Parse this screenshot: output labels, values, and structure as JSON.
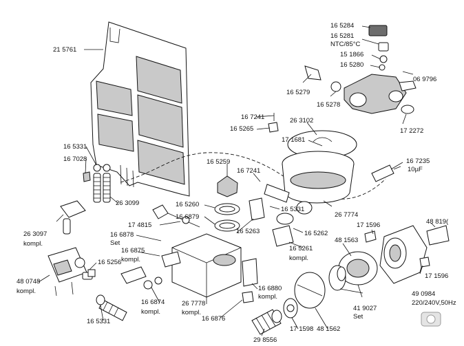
{
  "callouts": [
    {
      "id": "c-215761",
      "text": "21 5761"
    },
    {
      "id": "c-165284",
      "text": "16 5284"
    },
    {
      "id": "c-165281",
      "text": "16 5281"
    },
    {
      "id": "c-ntc",
      "text": "NTC/85°C"
    },
    {
      "id": "c-151866",
      "text": "15 1866"
    },
    {
      "id": "c-165280",
      "text": "16 5280"
    },
    {
      "id": "c-069796",
      "text": "06 9796"
    },
    {
      "id": "c-165279",
      "text": "16 5279"
    },
    {
      "id": "c-165278",
      "text": "16 5278"
    },
    {
      "id": "c-172272",
      "text": "17 2272"
    },
    {
      "id": "c-167241a",
      "text": "16 7241"
    },
    {
      "id": "c-165265",
      "text": "16 5265"
    },
    {
      "id": "c-263102",
      "text": "26 3102"
    },
    {
      "id": "c-171681",
      "text": "17 1681"
    },
    {
      "id": "c-167235",
      "text": "16 7235"
    },
    {
      "id": "c-10uf",
      "text": "10µF"
    },
    {
      "id": "c-165331a",
      "text": "16 5331"
    },
    {
      "id": "c-167028",
      "text": "16 7028"
    },
    {
      "id": "c-263099",
      "text": "26 3099"
    },
    {
      "id": "c-165259",
      "text": "16 5259"
    },
    {
      "id": "c-167241b",
      "text": "16 7241"
    },
    {
      "id": "c-165260",
      "text": "16 5260"
    },
    {
      "id": "c-166879",
      "text": "16 6879"
    },
    {
      "id": "c-165331b",
      "text": "16 5331"
    },
    {
      "id": "c-267774",
      "text": "26 7774"
    },
    {
      "id": "c-174815",
      "text": "17 4815"
    },
    {
      "id": "c-165263",
      "text": "16 5263"
    },
    {
      "id": "c-165262",
      "text": "16 5262"
    },
    {
      "id": "c-263097",
      "text": "26 3097"
    },
    {
      "id": "c-kompl1",
      "text": "kompl."
    },
    {
      "id": "c-166878",
      "text": "16 6878"
    },
    {
      "id": "c-set1",
      "text": "Set"
    },
    {
      "id": "c-165261",
      "text": "16 5261"
    },
    {
      "id": "c-kompl2",
      "text": "kompl."
    },
    {
      "id": "c-171596a",
      "text": "17 1596"
    },
    {
      "id": "c-488190",
      "text": "48 819("
    },
    {
      "id": "c-166875",
      "text": "16 6875"
    },
    {
      "id": "c-kompl3",
      "text": "kompl."
    },
    {
      "id": "c-481563",
      "text": "48 1563"
    },
    {
      "id": "c-165256",
      "text": "16 5256"
    },
    {
      "id": "c-480748",
      "text": "48 0748"
    },
    {
      "id": "c-kompl4",
      "text": "kompl."
    },
    {
      "id": "c-171596b",
      "text": "17 1596"
    },
    {
      "id": "c-166874",
      "text": "16 6874"
    },
    {
      "id": "c-kompl5",
      "text": "kompl."
    },
    {
      "id": "c-166880",
      "text": "16 6880"
    },
    {
      "id": "c-kompl6",
      "text": "kompl."
    },
    {
      "id": "c-267778",
      "text": "26 7778"
    },
    {
      "id": "c-kompl7",
      "text": "kompl."
    },
    {
      "id": "c-490984",
      "text": "49 0984"
    },
    {
      "id": "c-220v",
      "text": "220/240V,50Hz"
    },
    {
      "id": "c-419027",
      "text": "41 9027"
    },
    {
      "id": "c-set2",
      "text": "Set"
    },
    {
      "id": "c-165331c",
      "text": "16 5331"
    },
    {
      "id": "c-166876",
      "text": "16 6876"
    },
    {
      "id": "c-171598",
      "text": "17 1598"
    },
    {
      "id": "c-481562",
      "text": "48 1562"
    },
    {
      "id": "c-298556",
      "text": "29 8556"
    }
  ]
}
